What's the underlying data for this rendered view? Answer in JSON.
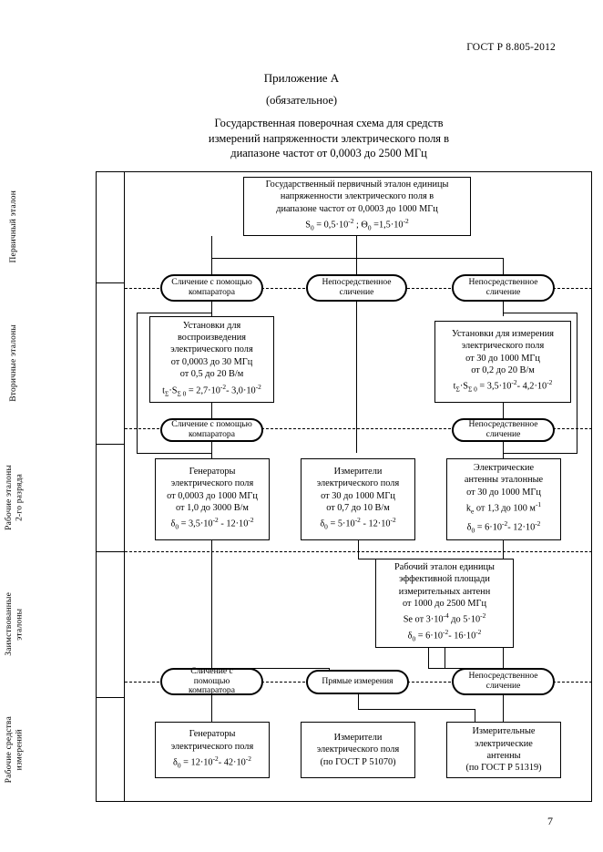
{
  "document": {
    "standard_ref": "ГОСТ Р 8.805-2012",
    "appendix_title": "Приложение А",
    "appendix_subtitle": "(обязательное)",
    "scheme_title_line1": "Государственная поверочная схема для средств",
    "scheme_title_line2": "измерений напряженности электрического поля в",
    "scheme_title_line3": "диапазоне частот от 0,0003 до 2500 МГц",
    "page_number": "7"
  },
  "tiers": [
    {
      "id": "primary",
      "label": "Первичный эталон"
    },
    {
      "id": "secondary",
      "label": "Вторичные эталоны"
    },
    {
      "id": "working2",
      "label": "Рабочие эталоны\n2-го разряда"
    },
    {
      "id": "borrowed",
      "label": "Заимствованные\nэталоны"
    },
    {
      "id": "instruments",
      "label": "Рабочие средства\nизмерений"
    }
  ],
  "primary_standard": {
    "line1": "Государственный первичный эталон единицы",
    "line2": "напряженности электрического поля в",
    "line3": "диапазоне частот от 0,0003 до 1000 МГц",
    "line4_s0_label": "S",
    "line4_s0_sub": "0",
    "line4_s0_value": " = 0,5·10",
    "line4_s0_exp": "-2",
    "line4_sep": " ; Θ",
    "line4_theta_sub": "0",
    "line4_theta_value": " =1,5·10",
    "line4_theta_exp": "-2"
  },
  "comparisons_row1": [
    {
      "id": "cmp-1-left",
      "line1": "Сличение с помощью",
      "line2": "компаратора"
    },
    {
      "id": "cmp-1-center",
      "line1": "Непосредственное",
      "line2": "сличение"
    },
    {
      "id": "cmp-1-right",
      "line1": "Непосредственное",
      "line2": "сличение"
    }
  ],
  "secondary_standards": [
    {
      "id": "sec-left",
      "line1": "Установки для",
      "line2": "воспроизведения",
      "line3": "электрического поля",
      "line4": "от 0,0003 до 30 МГц",
      "line5": "от 0,5 до 20 В/м",
      "formula_prefix": "t",
      "formula_sub1": "Σ",
      "formula_mid": "·S",
      "formula_sub2": "Σ 0",
      "formula_value": " = 2,7·10",
      "formula_exp1": "-2",
      "formula_dash": "- 3,0·10",
      "formula_exp2": "-2"
    },
    {
      "id": "sec-right",
      "line1": "Установки для измерения",
      "line2": "электрического поля",
      "line3": "от 30 до 1000 МГц",
      "line4": "от 0,2 до 20 В/м",
      "line5": "",
      "formula_prefix": "t",
      "formula_sub1": "Σ",
      "formula_mid": "·S",
      "formula_sub2": "Σ 0",
      "formula_value": " = 3,5·10",
      "formula_exp1": "-2",
      "formula_dash": "-  4,2·10",
      "formula_exp2": "-2"
    }
  ],
  "comparisons_row2": [
    {
      "id": "cmp-2-left",
      "line1": "Сличение с помощью",
      "line2": "компаратора"
    },
    {
      "id": "cmp-2-right",
      "line1": "Непосредственное",
      "line2": "сличение"
    }
  ],
  "working_standards_2nd": [
    {
      "id": "ws-generators",
      "line1": "Генераторы",
      "line2": "электрического поля",
      "line3": "от  0,0003 до 1000 МГц",
      "line4": "от 1,0 до 3000 В/м",
      "f_delta": "δ",
      "f_sub": "0",
      "f_val": " = 3,5·10",
      "f_exp1": "-2",
      "f_dash": " - 12·10",
      "f_exp2": "-2"
    },
    {
      "id": "ws-meters",
      "line1": "Измерители",
      "line2": "электрического поля",
      "line3": "от 30 до 1000 МГц",
      "line4": "от 0,7 до 10 В/м",
      "f_delta": "δ",
      "f_sub": "0",
      "f_val": " = 5·10",
      "f_exp1": "-2",
      "f_dash": " -  12·10",
      "f_exp2": "-2"
    },
    {
      "id": "ws-antennas",
      "line1": "Электрические",
      "line2": "антенны эталонные",
      "line3": "от 30 до 1000 МГц",
      "line4_k": "k",
      "line4_k_sub": "e",
      "line4_rest": "  от 1,3 до 100 м",
      "line4_exp": "-1",
      "f_delta": "δ",
      "f_sub": "0",
      "f_val": " = 6·10",
      "f_exp1": "-2",
      "f_dash": "- 12·10",
      "f_exp2": "-2"
    }
  ],
  "borrowed_standard": {
    "id": "borrowed-antenna-area",
    "line1": "Рабочий эталон единицы",
    "line2": "эффективной площади",
    "line3": "измерительных антенн",
    "line4": "от 1000 до 2500 МГц",
    "line5_prefix": "Se от 3·10",
    "line5_exp1": "-4",
    "line5_mid": " до 5·10",
    "line5_exp2": "-2",
    "f_delta": "δ",
    "f_sub": "0",
    "f_val": " = 6·10",
    "f_exp1": "-2",
    "f_dash": "- 16·10",
    "f_exp2": "-2"
  },
  "comparisons_row3": [
    {
      "id": "cmp-3-left",
      "line1": "Сличение  с",
      "line2": "помощью",
      "line3": "компаратора"
    },
    {
      "id": "cmp-3-center",
      "line1": "Прямые измерения",
      "line2": "",
      "line3": ""
    },
    {
      "id": "cmp-3-right",
      "line1": "Непосредственное",
      "line2": "сличение",
      "line3": ""
    }
  ],
  "measuring_instruments": [
    {
      "id": "mi-generators",
      "line1": "Генераторы",
      "line2": "электрического поля",
      "line3": "",
      "f_delta": "δ",
      "f_sub": "0",
      "f_val": " = 12·10",
      "f_exp1": "-2",
      "f_dash": "- 42·10",
      "f_exp2": "-2",
      "ref": ""
    },
    {
      "id": "mi-meters",
      "line1": "Измерители",
      "line2": "электрического поля",
      "line3": "",
      "ref": "(по ГОСТ Р 51070)"
    },
    {
      "id": "mi-antennas",
      "line1": "Измерительные",
      "line2": "электрические",
      "line3": "антенны",
      "ref": "(по ГОСТ Р 51319)"
    }
  ]
}
